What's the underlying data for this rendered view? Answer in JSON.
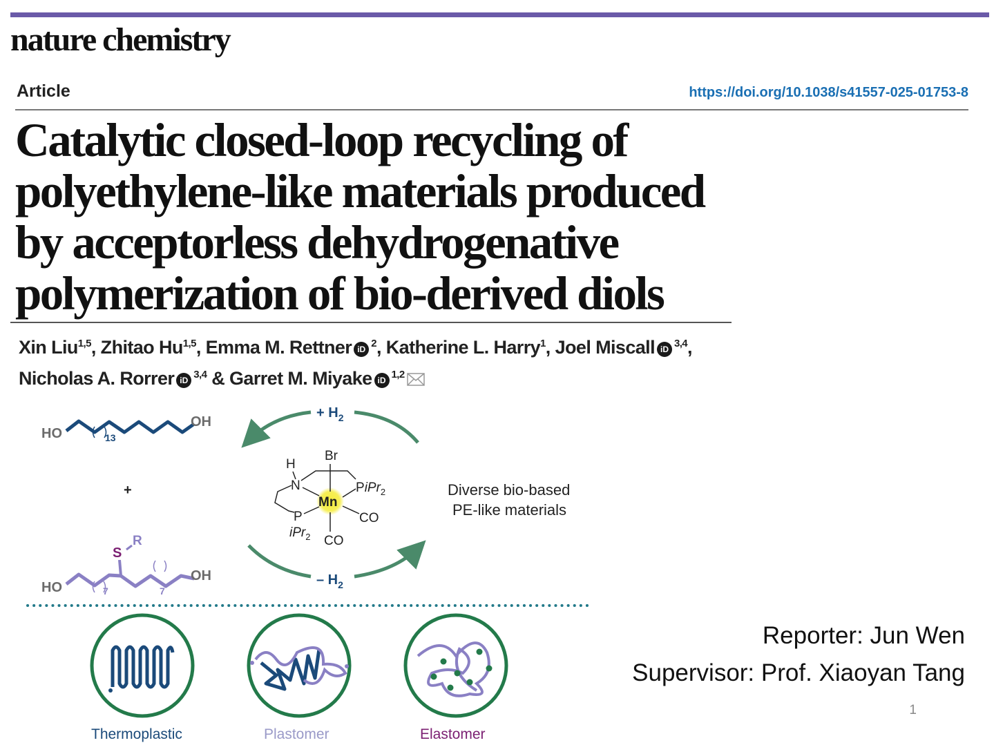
{
  "journal": "nature chemistry",
  "article_type": "Article",
  "doi": "https://doi.org/10.1038/s41557-025-01753-8",
  "title_lines": [
    "Catalytic closed-loop recycling of",
    "polyethylene-like materials produced",
    "by acceptorless dehydrogenative",
    "polymerization of bio-derived diols"
  ],
  "authors": [
    {
      "name": "Xin Liu",
      "aff": "1,5",
      "orcid": false,
      "sep": ","
    },
    {
      "name": "Zhitao Hu",
      "aff": "1,5",
      "orcid": false,
      "sep": ","
    },
    {
      "name": "Emma M. Rettner",
      "aff": "2",
      "orcid": true,
      "sep": ","
    },
    {
      "name": "Katherine L. Harry",
      "aff": "1",
      "orcid": false,
      "sep": ","
    },
    {
      "name": "Joel Miscall",
      "aff": "3,4",
      "orcid": true,
      "sep": ","
    },
    {
      "name": "Nicholas A. Rorrer",
      "aff": "3,4",
      "orcid": true,
      "sep": " &"
    },
    {
      "name": "Garret M. Miyake",
      "aff": "1,2",
      "orcid": true,
      "sep": ""
    }
  ],
  "orcid_glyph": "iD",
  "diagram": {
    "diol1": {
      "ho": "HO",
      "oh": "OH",
      "n": "13"
    },
    "plus": "+",
    "diol2": {
      "ho": "HO",
      "oh": "OH",
      "n1": "7",
      "n2": "7",
      "s": "S",
      "r": "R"
    },
    "cycle_top": "+ H",
    "cycle_bottom": "– H",
    "h2_sub": "2",
    "catalyst": {
      "br": "Br",
      "h": "H",
      "n": "N",
      "mn": "Mn",
      "p_top": "P",
      "ipr_top": "iPr",
      "p_bot": "P",
      "ipr_bot": "iPr",
      "sub2": "2",
      "co1": "CO",
      "co2": "CO"
    },
    "result_lines": [
      "Diverse bio-based",
      "PE-like materials"
    ],
    "materials": [
      "Thermoplastic",
      "Plastomer",
      "Elastomer"
    ],
    "colors": {
      "navy": "#1b4a7a",
      "lavender": "#8a80c4",
      "purple": "#7b1f72",
      "green": "#237a4a",
      "arrow": "#4a8a6a",
      "mn_glow": "#f5ec3a",
      "material_plastomer": "#9a9ac8"
    }
  },
  "reporter": "Reporter: Jun Wen",
  "supervisor": "Supervisor: Prof. Xiaoyan Tang",
  "page_number": "1"
}
